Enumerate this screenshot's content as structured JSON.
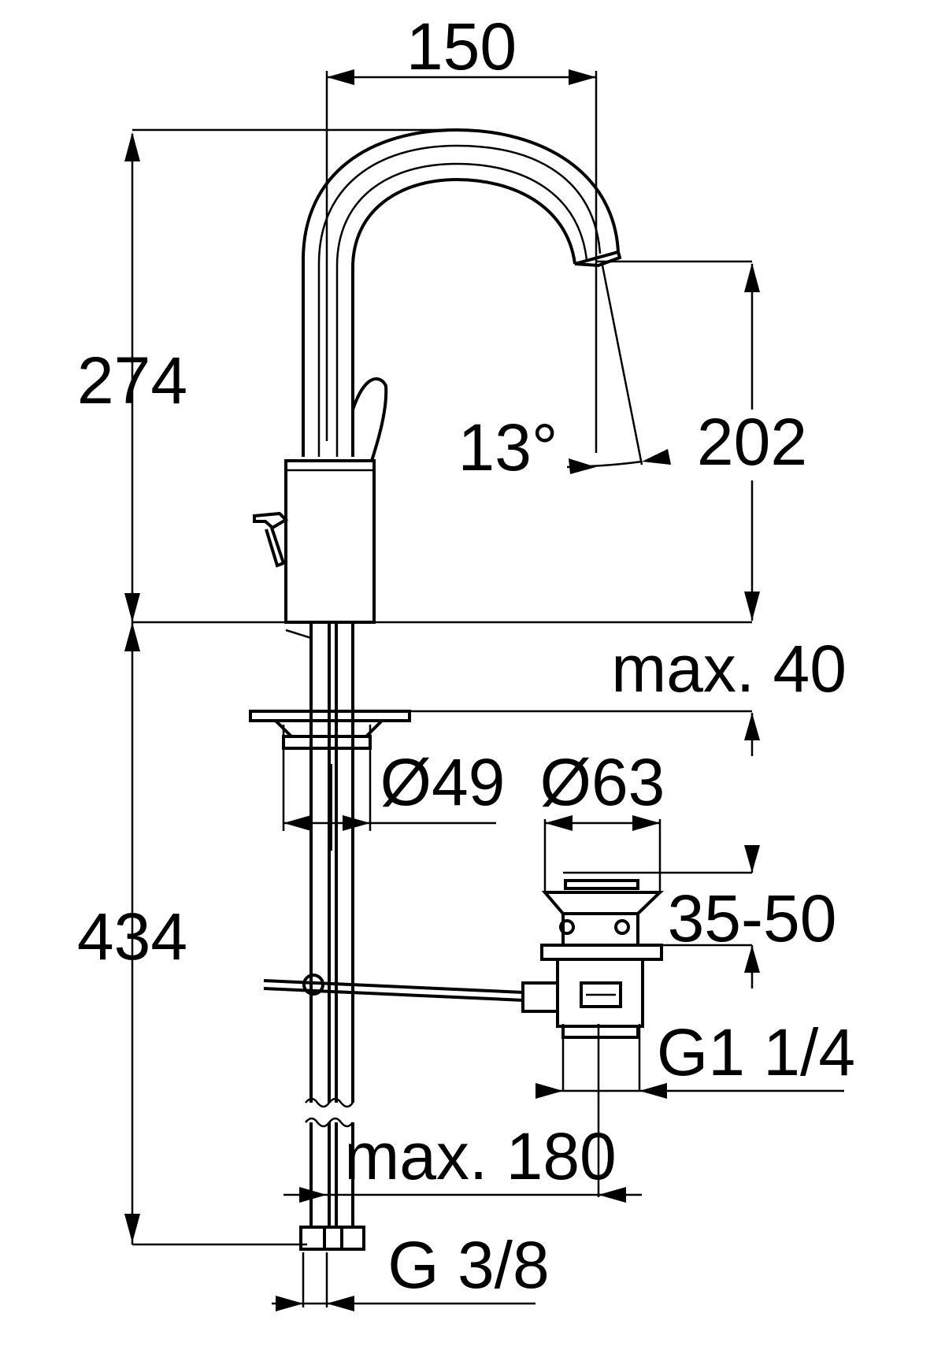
{
  "drawing": {
    "dimensions": {
      "spout_reach": "150",
      "total_height": "274",
      "spout_height": "202",
      "spout_angle": "13°",
      "deck_thickness": "max. 40",
      "body_diameter": "Ø49",
      "drain_diameter": "Ø63",
      "drain_range": "35-50",
      "drain_thread": "G1 1/4",
      "rod_distance": "max. 180",
      "below_deck": "434",
      "connection_thread": "G 3/8"
    }
  }
}
